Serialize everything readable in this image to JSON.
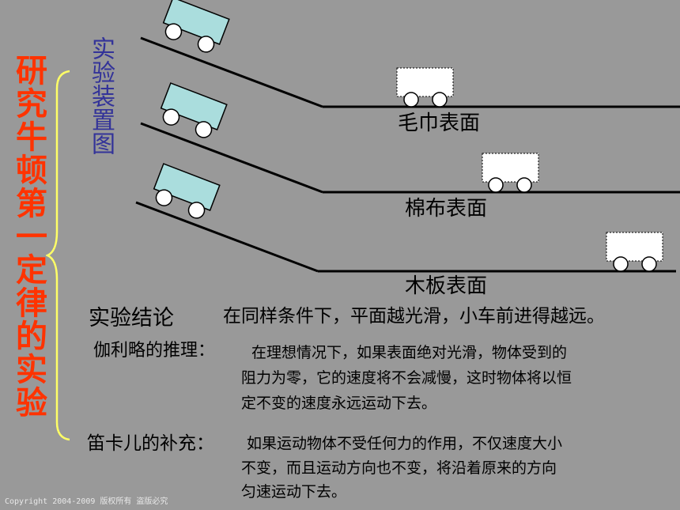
{
  "title": "研究牛顿第一定律的实验",
  "apparatus_label": "实验装置图",
  "colors": {
    "background": "#999999",
    "title": "#ff3300",
    "apparatus_label": "#333399",
    "brace": "#ffff66",
    "cart_tilted": "#aadddd",
    "cart_flat": "#ffffff"
  },
  "surfaces": [
    {
      "label": "毛巾表面"
    },
    {
      "label": "棉布表面"
    },
    {
      "label": "木板表面"
    }
  ],
  "conclusion": {
    "heading": "实验结论",
    "text": "在同样条件下，平面越光滑，小车前进得越远。"
  },
  "galileo": {
    "heading": "伽利略的推理：",
    "lines": [
      "在理想情况下，如果表面绝对光滑，物体受到的",
      "阻力为零，它的速度将不会减慢，这时物体将以恒",
      "定不变的速度永远运动下去。"
    ]
  },
  "descartes": {
    "heading": "笛卡儿的补充：",
    "lines": [
      "如果运动物体不受任何力的作用，不仅速度大小",
      "不变，而且运动方向也不变，将沿着原来的方向",
      "匀速运动下去。"
    ]
  },
  "copyright": "Copyright 2004-2009 版权所有 盗版必究"
}
